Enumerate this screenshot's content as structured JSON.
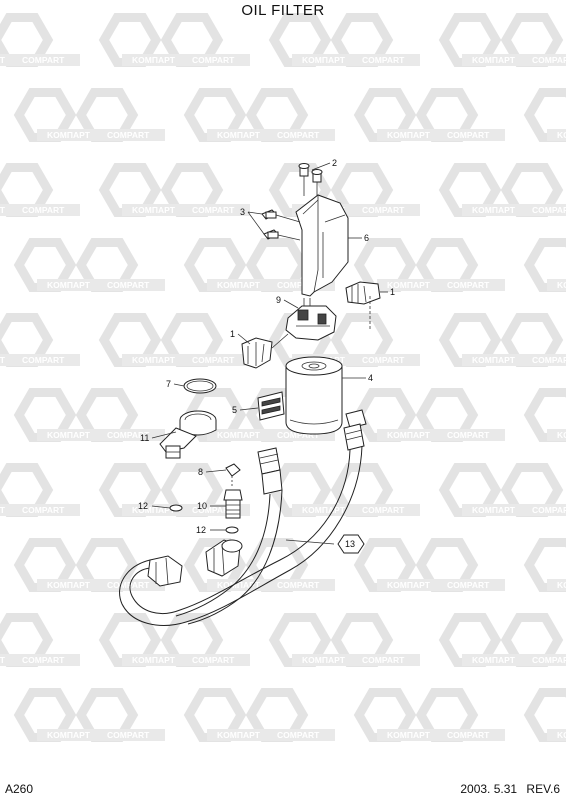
{
  "title": "OIL FILTER",
  "page_code": "A260",
  "revision": {
    "date": "2003. 5.31",
    "rev": "REV.6"
  },
  "watermark": {
    "left_text": "KOMПAPT",
    "right_text": "COMPART"
  },
  "callouts": [
    {
      "id": "c2",
      "label": "2"
    },
    {
      "id": "c3",
      "label": "3"
    },
    {
      "id": "c6",
      "label": "6"
    },
    {
      "id": "c1a",
      "label": "1"
    },
    {
      "id": "c9",
      "label": "9"
    },
    {
      "id": "c1b",
      "label": "1"
    },
    {
      "id": "c4",
      "label": "4"
    },
    {
      "id": "c7",
      "label": "7"
    },
    {
      "id": "c5",
      "label": "5"
    },
    {
      "id": "c11",
      "label": "11"
    },
    {
      "id": "c8",
      "label": "8"
    },
    {
      "id": "c10",
      "label": "10"
    },
    {
      "id": "c12a",
      "label": "12"
    },
    {
      "id": "c12b",
      "label": "12"
    },
    {
      "id": "c13",
      "label": "13"
    }
  ]
}
